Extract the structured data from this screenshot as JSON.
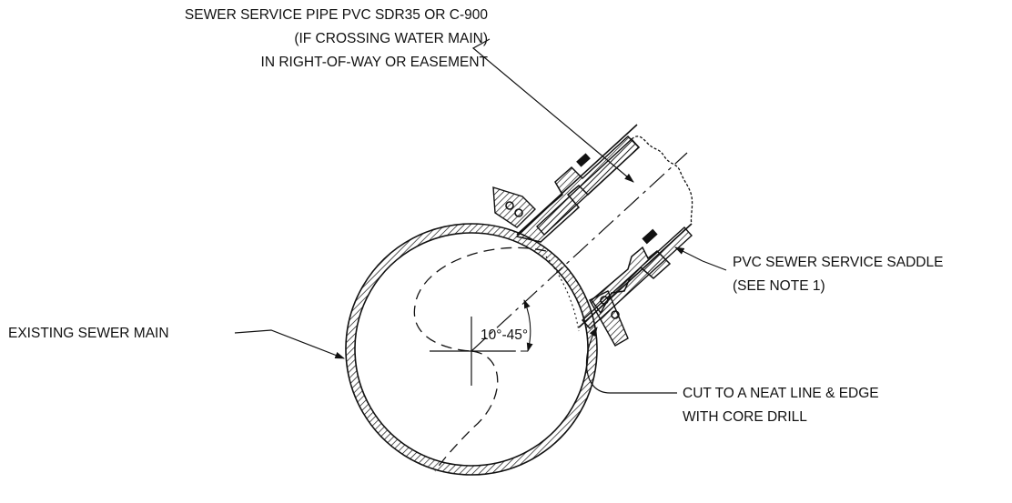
{
  "drawing": {
    "labels": {
      "pipe_line1": "SEWER SERVICE PIPE PVC SDR35 OR C-900",
      "pipe_line2": "(IF CROSSING WATER MAIN)",
      "pipe_line3": "IN RIGHT-OF-WAY OR EASEMENT",
      "saddle_line1": "PVC SEWER SERVICE SADDLE",
      "saddle_line2": "(SEE NOTE 1)",
      "main": "EXISTING SEWER MAIN",
      "cut_line1": "CUT TO A NEAT LINE & EDGE",
      "cut_line2": "WITH CORE DRILL",
      "angle": "10°-45°"
    }
  }
}
